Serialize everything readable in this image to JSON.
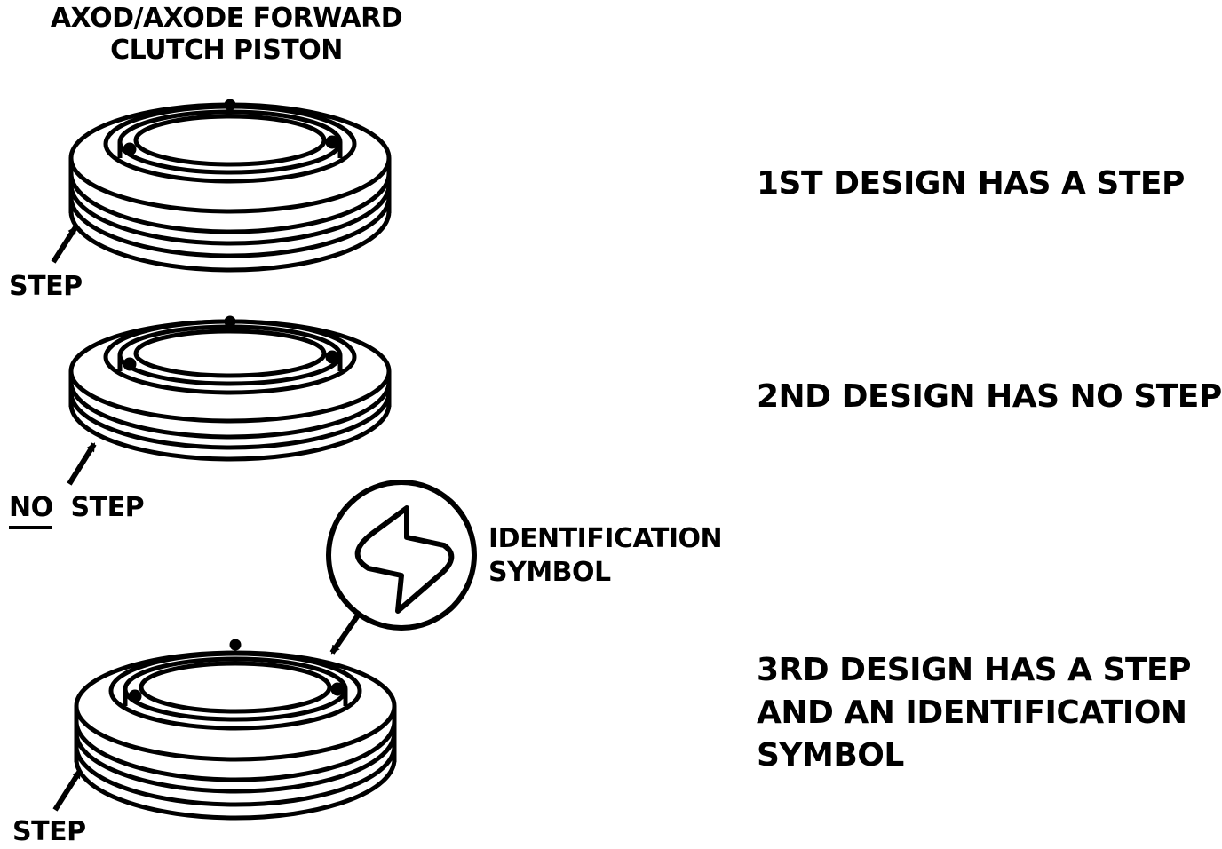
{
  "title": {
    "line1": "AXOD/AXODE FORWARD",
    "line2": "CLUTCH PISTON"
  },
  "pistons": [
    {
      "callout": "STEP",
      "caption_lines": [
        "1ST DESIGN HAS A STEP"
      ]
    },
    {
      "callout_emphasis": "NO",
      "callout_rest": "STEP",
      "caption_lines": [
        "2ND DESIGN HAS NO STEP"
      ]
    },
    {
      "callout": "STEP",
      "caption_lines": [
        "3RD DESIGN HAS A STEP",
        "AND AN IDENTIFICATION",
        "SYMBOL"
      ]
    }
  ],
  "identification_symbol": {
    "label_line1": "IDENTIFICATION",
    "label_line2": "SYMBOL",
    "icon": "lightning-bolt-icon"
  },
  "colors": {
    "ink": "#000000",
    "paper": "#ffffff"
  }
}
